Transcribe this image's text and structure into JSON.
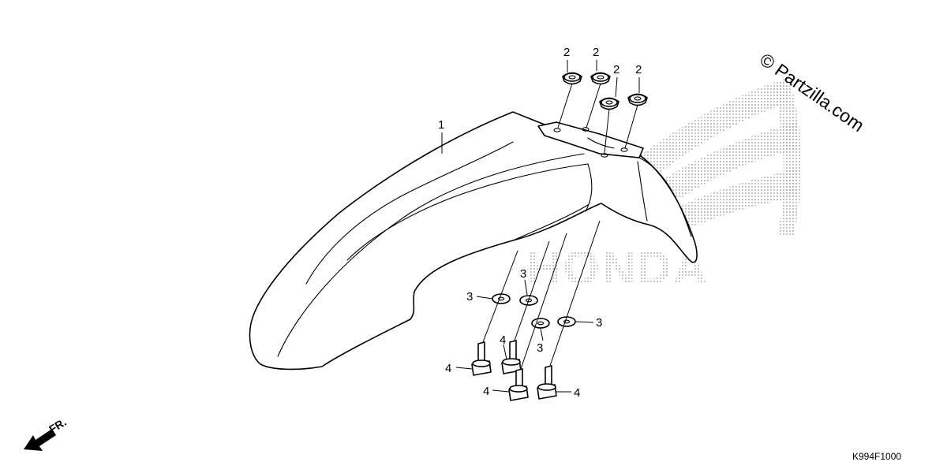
{
  "callouts": {
    "fender": "1",
    "grommet": "2",
    "washer": "3",
    "bolt": "4"
  },
  "watermark": {
    "copyright": "© Partzilla.com",
    "brand": "HONDA"
  },
  "direction": "FR.",
  "diagram_code": "K994F1000",
  "colors": {
    "line": "#000000",
    "watermark_dots": "#9a9a9a",
    "background": "#ffffff"
  }
}
